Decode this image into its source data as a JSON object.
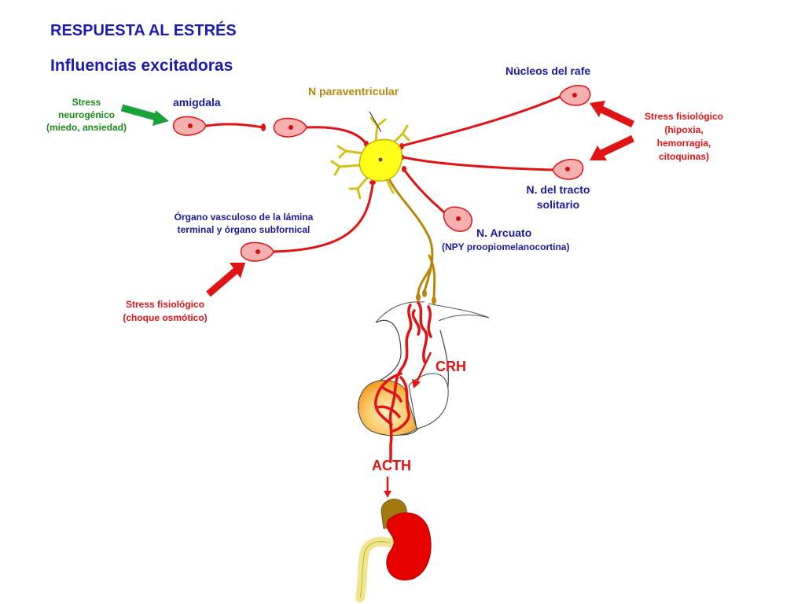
{
  "title": "RESPUESTA AL ESTRÉS",
  "subtitle": "Influencias excitadoras",
  "labels": {
    "stress_neurogenic": [
      "Stress",
      "neurogénico",
      "(miedo, ansiedad)"
    ],
    "amigdala": "amigdala",
    "paraventricular": "N paraventricular",
    "rafe": "Núcleos del rafe",
    "stress_physio_right": [
      "Stress fisiológico",
      "(hipoxia,",
      "hemorragia,",
      "citoquinas)"
    ],
    "tracto_solitario": [
      "N. del tracto",
      "solitario"
    ],
    "arcuato": "N. Arcuato",
    "arcuato_sub": "(NPY proopiomelanocortina)",
    "organo": [
      "Órgano vasculoso de la lámina",
      "terminal y órgano subfornical"
    ],
    "stress_physio_left": [
      "Stress fisiológico",
      "(choque osmótico)"
    ],
    "crh": "CRH",
    "acth": "ACTH"
  },
  "colors": {
    "title": "#1b1bb3",
    "green": "#1a8a1a",
    "red": "#e01414",
    "olive": "#b8860b",
    "neuron_body": "#f7b0b0",
    "pvn_body": "#ffff1a",
    "kidney": "#e60000",
    "adrenal": "#a07a10"
  }
}
